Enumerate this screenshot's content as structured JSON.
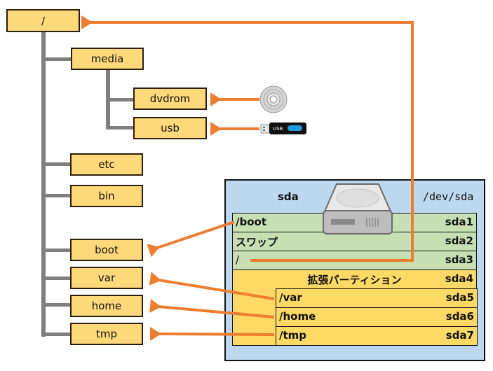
{
  "tree": {
    "root": "/",
    "children": [
      {
        "name": "media",
        "children": [
          {
            "name": "dvdrom"
          },
          {
            "name": "usb"
          }
        ]
      },
      {
        "name": "etc"
      },
      {
        "name": "bin"
      },
      {
        "name": "boot"
      },
      {
        "name": "var"
      },
      {
        "name": "home"
      },
      {
        "name": "tmp"
      }
    ]
  },
  "devices": {
    "dvd": {
      "icon": "optical-disc-icon"
    },
    "usb": {
      "icon": "usb-stick-icon",
      "label": "USB"
    }
  },
  "disk": {
    "name": "sda",
    "path": "/dev/sda",
    "icon": "hard-drive-icon",
    "partitions": [
      {
        "mount": "/boot",
        "device": "sda1",
        "type": "primary"
      },
      {
        "mount": "スワップ",
        "device": "sda2",
        "type": "primary"
      },
      {
        "mount": "/",
        "device": "sda3",
        "type": "primary"
      },
      {
        "mount": "拡張パーティション",
        "device": "sda4",
        "type": "extended"
      },
      {
        "mount": "/var",
        "device": "sda5",
        "type": "logical"
      },
      {
        "mount": "/home",
        "device": "sda6",
        "type": "logical"
      },
      {
        "mount": "/tmp",
        "device": "sda7",
        "type": "logical"
      }
    ]
  },
  "colors": {
    "node_fill": "#FFD97A",
    "tree_line": "#7F7F7F",
    "arrow": "#ED7D31",
    "disk_bg": "#BDD7EE",
    "primary_bg": "#C6E0B4",
    "extended_bg": "#FFD966"
  }
}
